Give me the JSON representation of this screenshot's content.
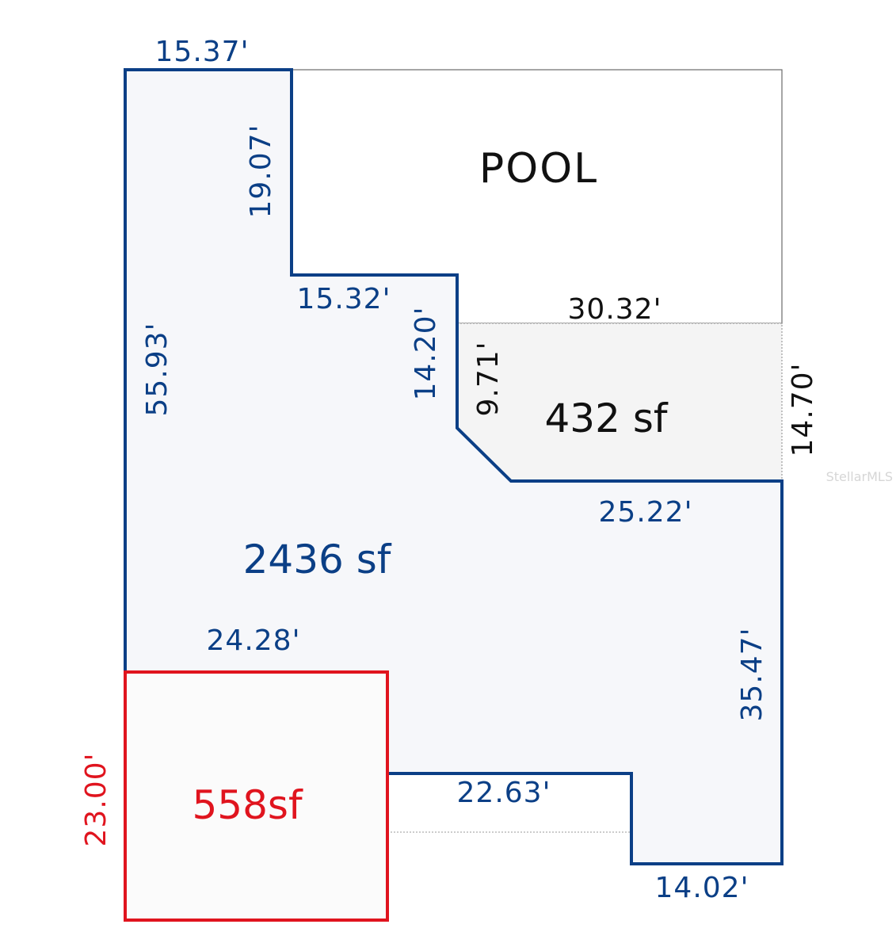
{
  "colors": {
    "outline_blue": "#0b3f86",
    "outline_red": "#e0141e",
    "pool_line": "#6a6a6a",
    "main_fill": "#f6f7fa",
    "lanai_fill": "#f4f4f4",
    "text_dark": "#111111",
    "watermark": "#d6d6d6"
  },
  "pool": {
    "label": "POOL"
  },
  "areas": {
    "main": "2436 sf",
    "lanai": "432 sf",
    "garage": "558sf"
  },
  "dimensions": {
    "top_left": "15.37'",
    "left_side": "55.93'",
    "notch_vertical": "19.07'",
    "notch_horizontal": "15.32'",
    "step_vertical": "14.20'",
    "pool_edge": "30.32'",
    "lanai_left": "9.71'",
    "lanai_right": "14.70'",
    "lanai_bottom": "25.22'",
    "right_side": "35.47'",
    "garage_top": "24.28'",
    "garage_side": "23.00'",
    "bottom_step": "22.63'",
    "bottom_right": "14.02'"
  },
  "watermark": "StellarMLS"
}
